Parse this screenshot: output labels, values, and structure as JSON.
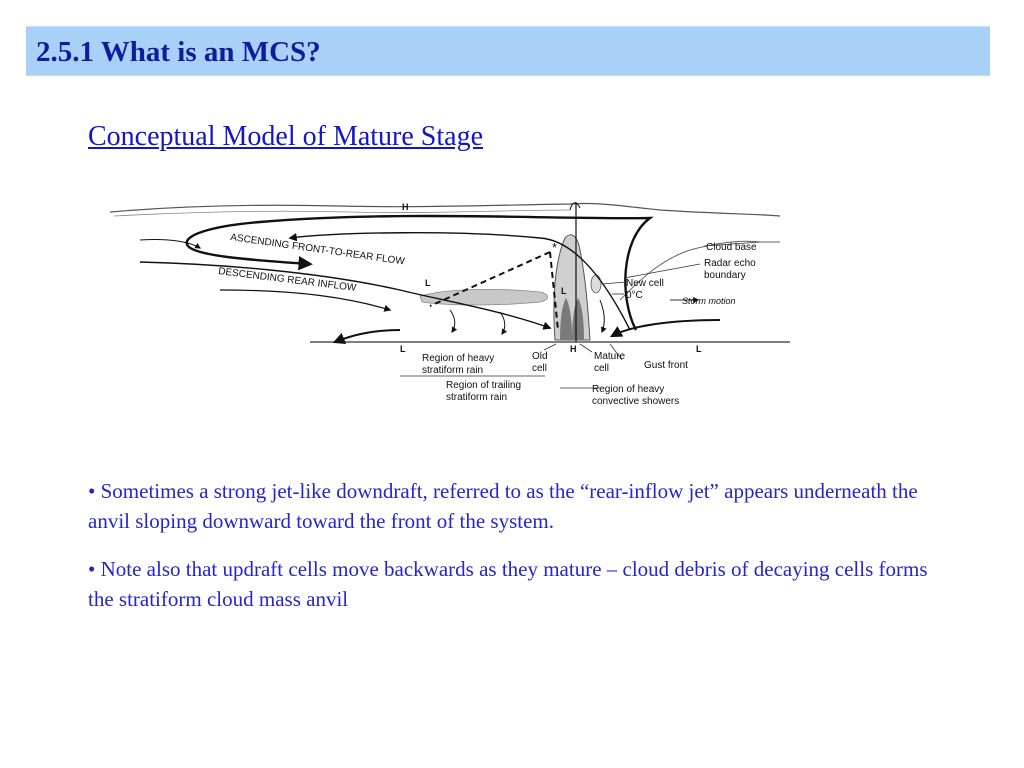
{
  "slide": {
    "title": "2.5.1 What is an MCS?",
    "subtitle": "Conceptual Model of Mature Stage"
  },
  "diagram": {
    "labels": {
      "h_top": "H",
      "ascending_flow": "ASCENDING FRONT-TO-REAR FLOW",
      "descending_inflow": "DESCENDING REAR INFLOW",
      "l_mid": "L",
      "l_cell": "L",
      "asterisk": "*",
      "cloud_base": "Cloud base",
      "radar_echo_1": "Radar echo",
      "radar_echo_2": "boundary",
      "new_cell": "New cell",
      "zero_c": "0°C",
      "storm_motion": "Storm motion",
      "l_left": "L",
      "h_surface": "H",
      "l_right": "L",
      "heavy_stratiform_1": "Region of heavy",
      "heavy_stratiform_2": "stratiform rain",
      "old_cell_1": "Old",
      "old_cell_2": "cell",
      "mature_cell_1": "Mature",
      "mature_cell_2": "cell",
      "gust_front": "Gust front",
      "trailing_1": "Region of trailing",
      "trailing_2": "stratiform rain",
      "convective_1": "Region of heavy",
      "convective_2": "convective showers"
    }
  },
  "bullets": [
    {
      "mark": "•",
      "text": "Sometimes a strong jet-like downdraft, referred to as the “rear-inflow jet” appears underneath the anvil sloping downward toward the front of the system."
    },
    {
      "mark": "•",
      "text": "Note also that updraft cells move backwards as they mature – cloud debris of decaying cells forms the stratiform cloud mass anvil"
    }
  ]
}
